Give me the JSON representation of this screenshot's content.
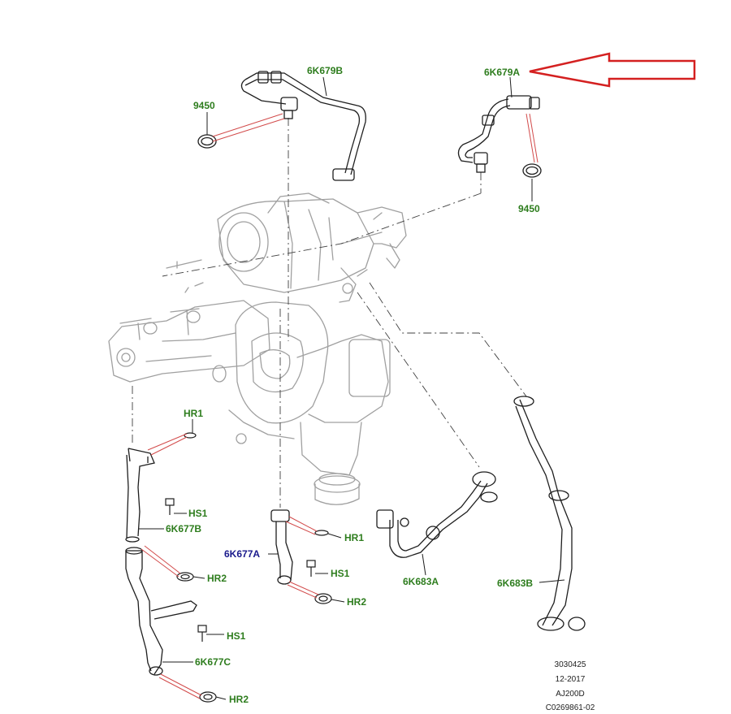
{
  "colors": {
    "label_green": "#2e7d1e",
    "label_blue": "#1a1a8c",
    "arrow_red": "#d42020",
    "leader_red": "#d24b4b",
    "line_dark": "#1e1e1e",
    "line_grey": "#a0a0a0"
  },
  "labels": {
    "p_6k679b": "6K679B",
    "p_6k679a": "6K679A",
    "p_9450_left": "9450",
    "p_9450_right": "9450",
    "p_hr1_left": "HR1",
    "p_hs1_left": "HS1",
    "p_6k677b": "6K677B",
    "p_hr2_left": "HR2",
    "p_hs1_lower": "HS1",
    "p_6k677c": "6K677C",
    "p_hr2_bottom": "HR2",
    "p_hr1_mid": "HR1",
    "p_6k677a": "6K677A",
    "p_hs1_mid": "HS1",
    "p_hr2_mid": "HR2",
    "p_6k683a": "6K683A",
    "p_6k683b": "6K683B"
  },
  "meta": {
    "line1": "3030425",
    "line2": "12-2017",
    "line3": "AJ200D",
    "line4": "C0269861-02"
  },
  "highlight": {
    "part": "6K679A",
    "indicator": "red outline arrow"
  }
}
